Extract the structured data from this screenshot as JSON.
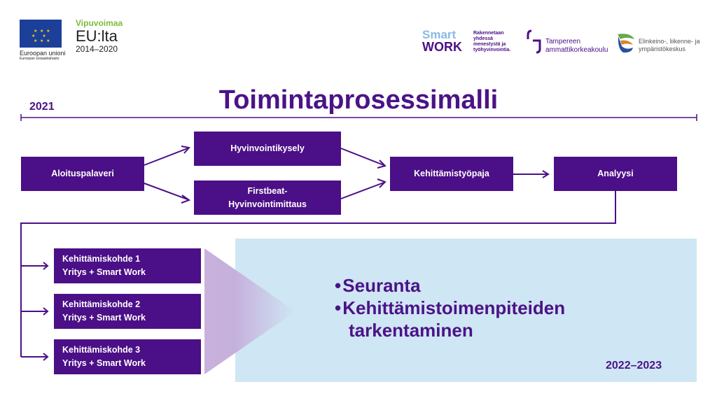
{
  "logos": {
    "eu": {
      "name": "Euroopan unioni",
      "sub": "Euroopan sosiaalirahasto"
    },
    "vipuvoimaa": {
      "line1": "Vipuvoimaa",
      "line2": "EU:lta",
      "line3": "2014–2020"
    },
    "smartwork": {
      "line1": "Smart",
      "line2": "WORK",
      "tagline": [
        "Rakennetaan",
        "yhdessä",
        "menestystä ja",
        "työhyvinvointia."
      ]
    },
    "tamk": {
      "line1": "Tampereen",
      "line2": "ammattikorkeakoulu"
    },
    "ely": {
      "line1": "Elinkeino-, liikenne- ja",
      "line2": "ympäristökeskus"
    }
  },
  "title": "Toimintaprosessimalli",
  "year_start": "2021",
  "process": {
    "aloitus": "Aloituspalaveri",
    "kysely": "Hyvinvointikysely",
    "firstbeat_line1": "Firstbeat-",
    "firstbeat_line2": "Hyvinvointimittaus",
    "tyopaja": "Kehittämistyöpaja",
    "analyysi": "Analyysi"
  },
  "targets": [
    {
      "title": "Kehittämiskohde 1",
      "sub": "Yritys + Smart Work"
    },
    {
      "title": "Kehittämiskohde 2",
      "sub": "Yritys + Smart Work"
    },
    {
      "title": "Kehittämiskohde 3",
      "sub": "Yritys + Smart Work"
    }
  ],
  "followup": {
    "bullets": [
      "Seuranta",
      "Kehittämistoimenpiteiden",
      "tarkentaminen"
    ],
    "years": "2022–2023"
  },
  "colors": {
    "purple": "#4b0f87",
    "light_blue": "#cfe6f4",
    "green": "#7dbb3c"
  }
}
